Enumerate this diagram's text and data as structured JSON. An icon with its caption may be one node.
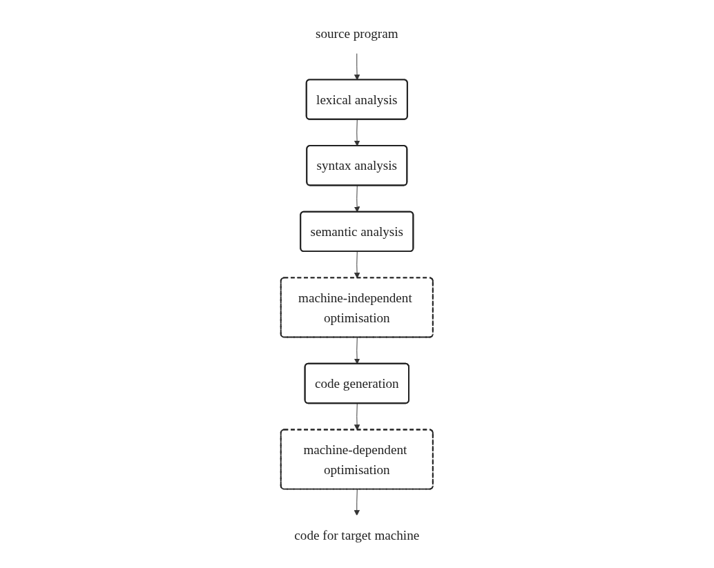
{
  "diagram": {
    "nodes": [
      {
        "text": [
          "source program"
        ]
      },
      {
        "text": [
          "lexical analysis"
        ]
      },
      {
        "text": [
          "syntax analysis"
        ]
      },
      {
        "text": [
          "semantic analysis"
        ]
      },
      {
        "text": [
          "machine-independent optimisation"
        ]
      },
      {
        "text": [
          "code generation"
        ]
      },
      {
        "text": [
          "machine-dependent optimisation"
        ]
      },
      {
        "text": [
          "code for target machine"
        ]
      }
    ],
    "edges": [
      {
        "from": 0,
        "to": 1,
        "arrow": "to"
      },
      {
        "from": 1,
        "to": 2,
        "arrow": "to"
      },
      {
        "from": 2,
        "to": 3,
        "arrow": "to"
      },
      {
        "from": 3,
        "to": 4,
        "arrow": "to"
      },
      {
        "from": 4,
        "to": 5,
        "arrow": "to"
      },
      {
        "from": 5,
        "to": 6,
        "arrow": "to"
      },
      {
        "from": 6,
        "to": 7,
        "arrow": "to"
      }
    ]
  }
}
